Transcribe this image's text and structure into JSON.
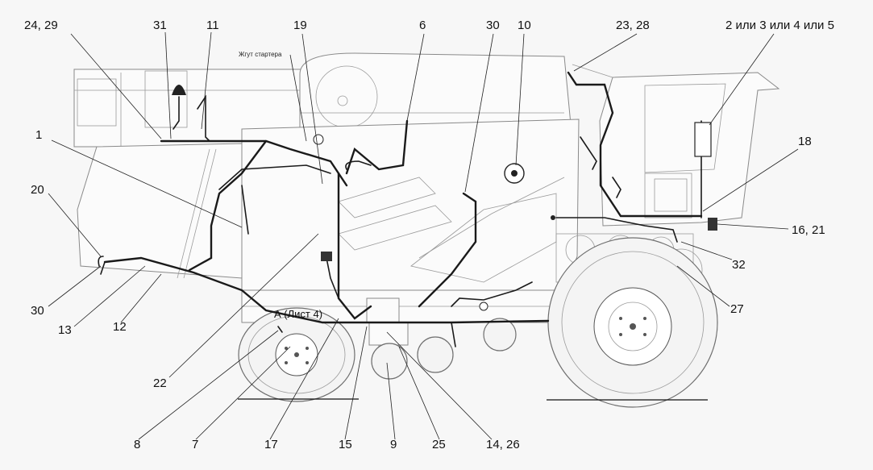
{
  "labels": {
    "l_24_29": "24, 29",
    "l_31": "31",
    "l_11": "11",
    "l_19": "19",
    "l_6": "6",
    "l_30_top": "30",
    "l_10": "10",
    "l_23_28": "23, 28",
    "l_2345": "2 или 3 или 4 или 5",
    "l_1": "1",
    "l_18": "18",
    "l_20": "20",
    "l_16_21": "16, 21",
    "l_32": "32",
    "l_30_left": "30",
    "l_13": "13",
    "l_12": "12",
    "l_27": "27",
    "l_22": "22",
    "l_8": "8",
    "l_7": "7",
    "l_17": "17",
    "l_15": "15",
    "l_9": "9",
    "l_25": "25",
    "l_14_26": "14, 26"
  },
  "annotations": {
    "starter_harness": "Жгут стартера",
    "sheet_ref": "А (Лист 4)"
  }
}
